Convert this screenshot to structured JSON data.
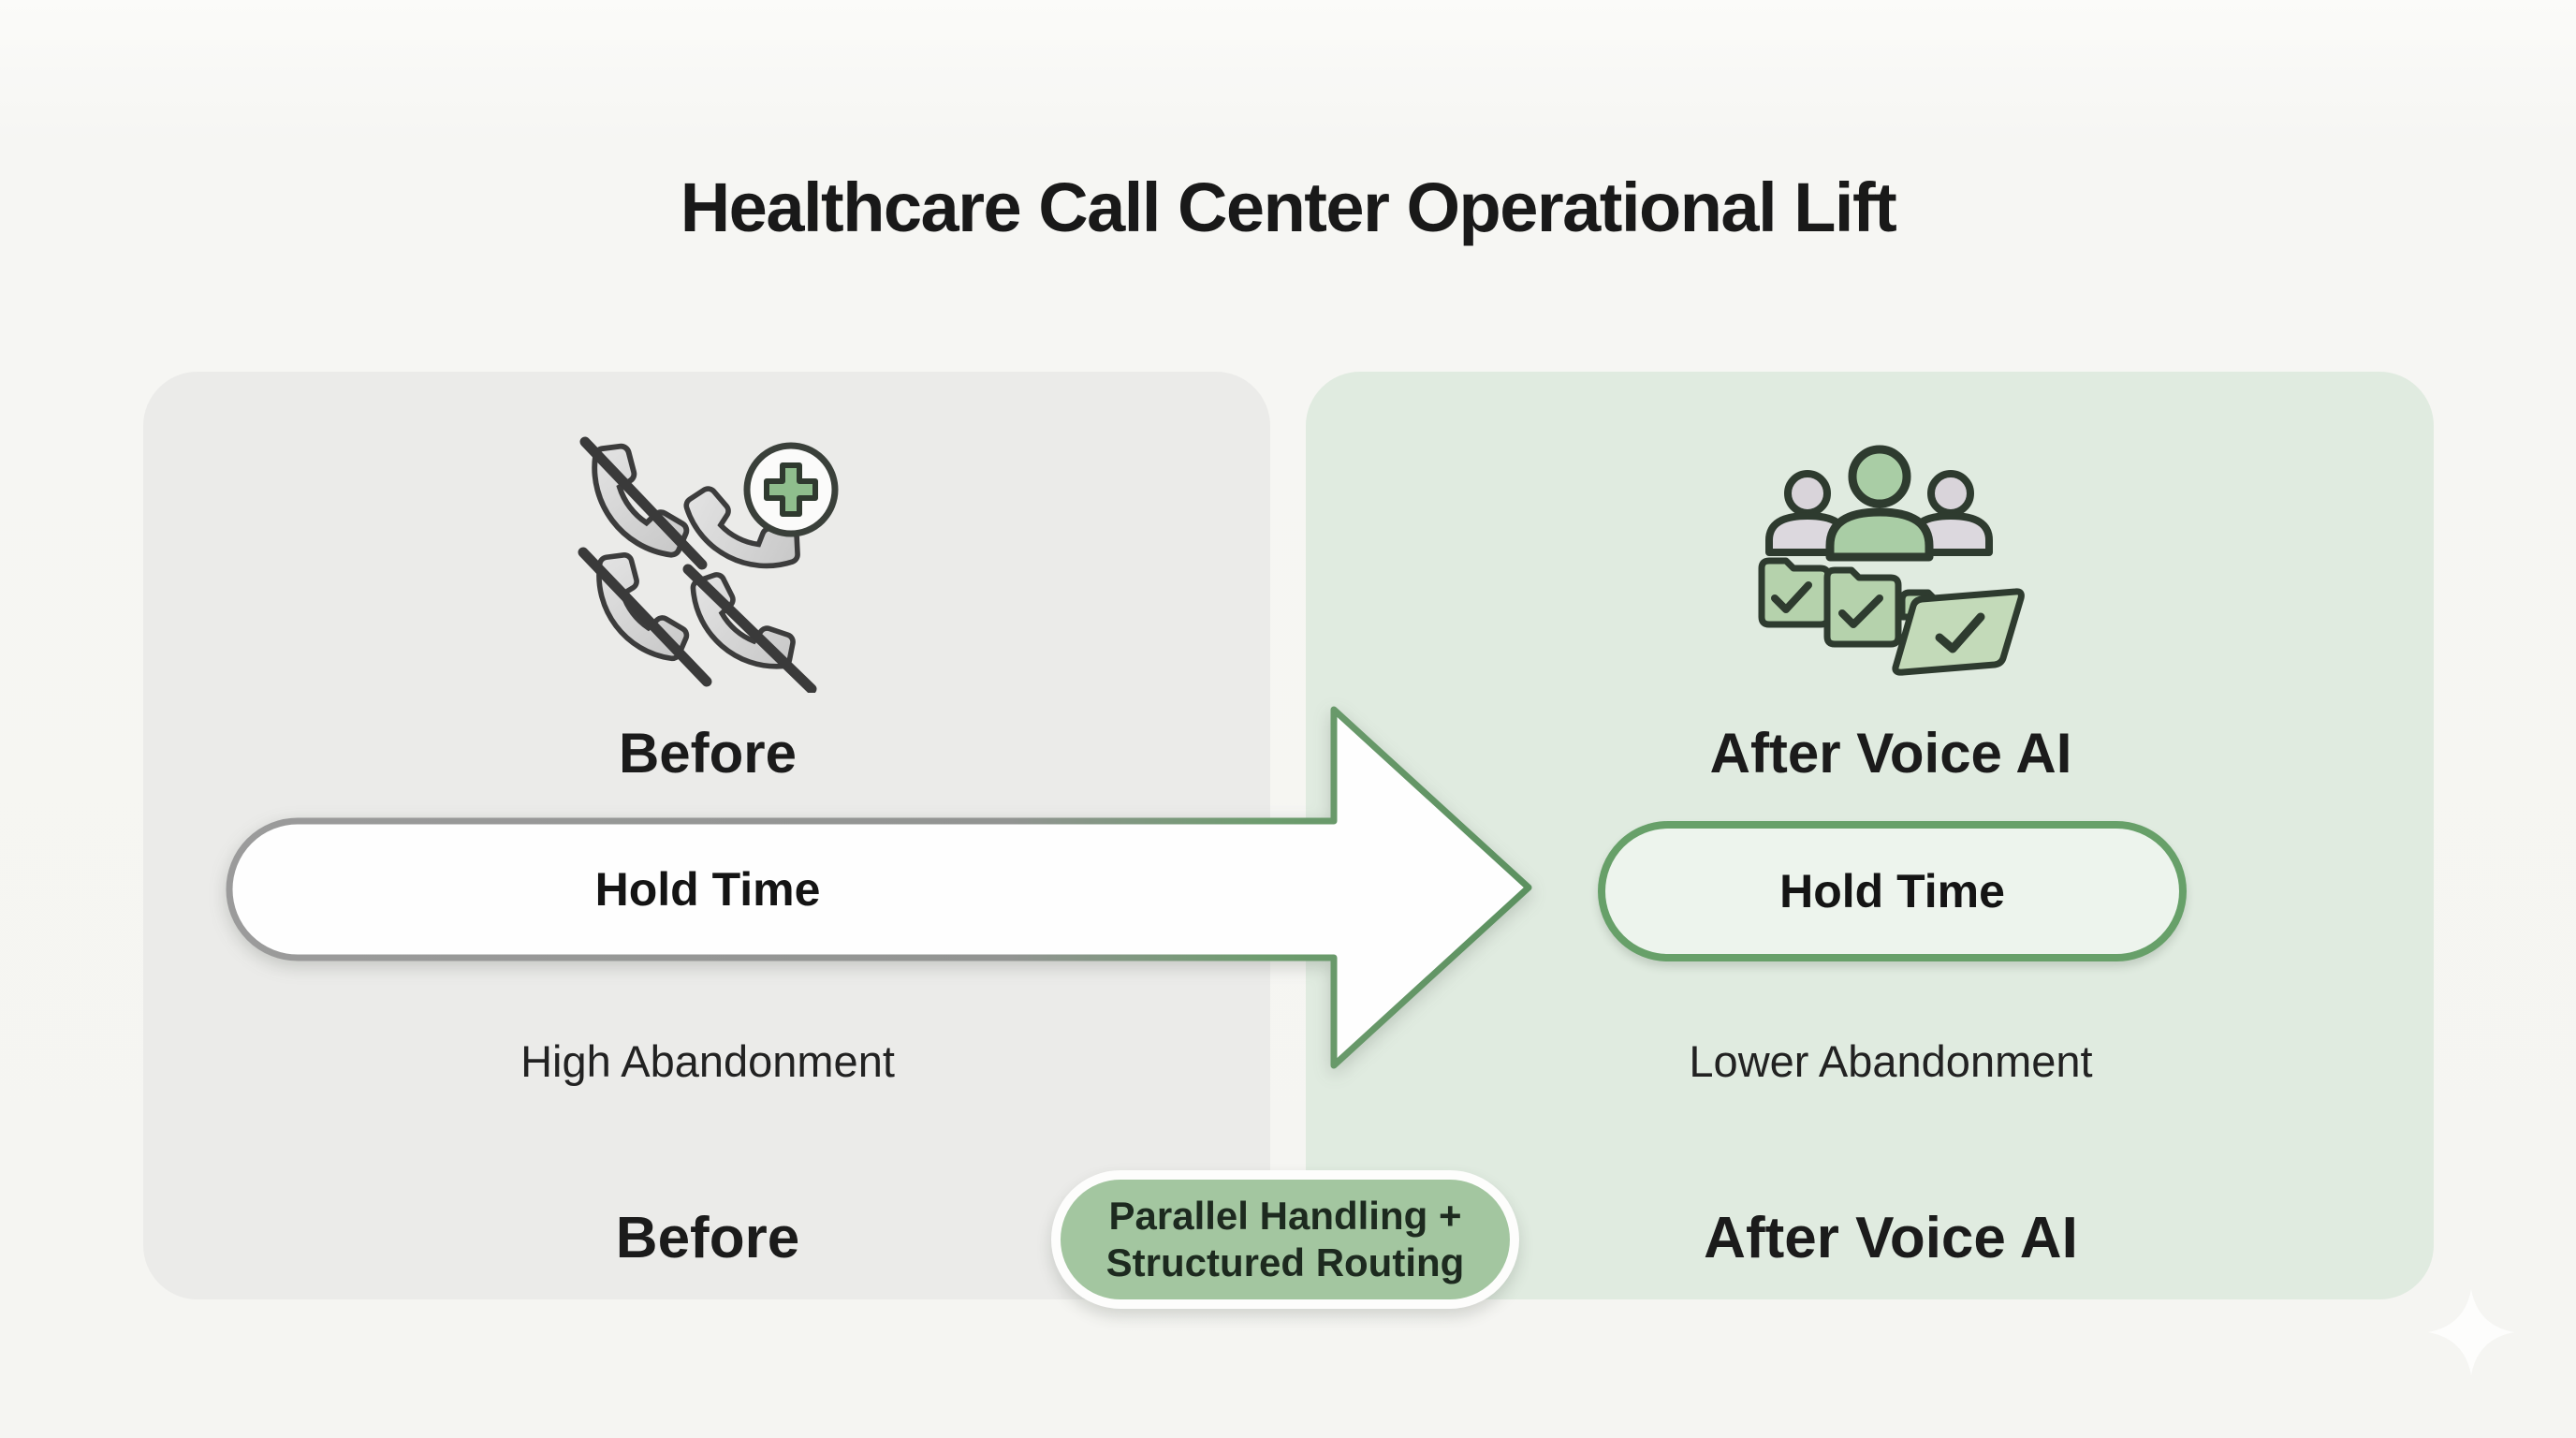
{
  "title": "Healthcare Call Center Operational Lift",
  "panels": {
    "before": {
      "icon": "crossed-phones-medical-cross-icon",
      "heading": "Before",
      "metric_pill": "Hold Time",
      "sub_label": "High Abandonment",
      "footer_label": "Before"
    },
    "after": {
      "icon": "agents-folders-checkmark-icon",
      "heading": "After Voice AI",
      "metric_pill": "Hold Time",
      "sub_label": "Lower Abandonment",
      "footer_label": "After Voice AI"
    }
  },
  "transition": {
    "arrow_icon": "right-arrow-icon",
    "badge_line1": "Parallel Handling +",
    "badge_line2": "Structured Routing"
  },
  "decor": {
    "sparkle_icon": "four-point-sparkle-icon"
  },
  "colors": {
    "background": "#f7f7f4",
    "panel_before": "#ebebe9",
    "panel_after": "#e0ebe0",
    "accent_green": "#67a069",
    "arrow_outline_green": "#5e9261",
    "arrow_outline_gray": "#9a9a9a",
    "badge_fill": "#a3c6a0",
    "badge_text": "#1d2a1f",
    "text_dark": "#1a1a1a"
  }
}
